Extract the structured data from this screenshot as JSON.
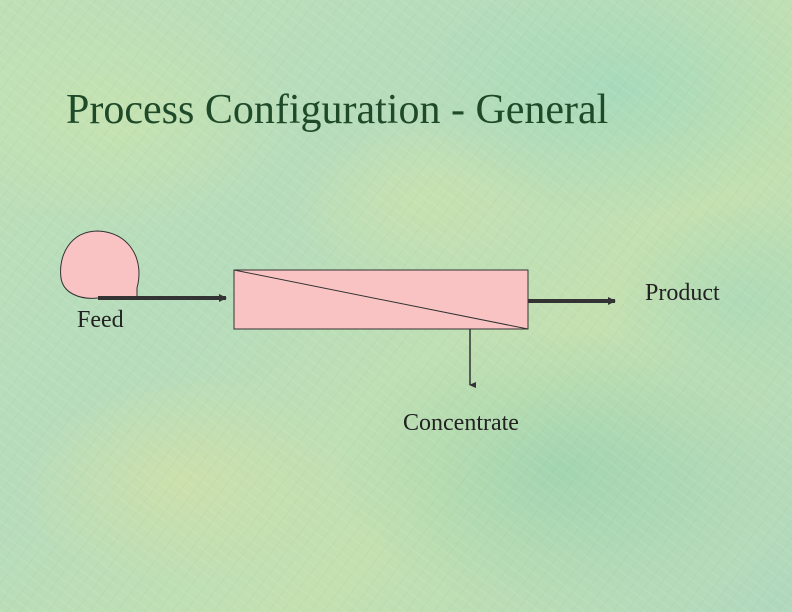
{
  "slide": {
    "title": "Process Configuration - General"
  },
  "diagram": {
    "labels": {
      "feed": "Feed",
      "product": "Product",
      "concentrate": "Concentrate"
    },
    "colors": {
      "vessel_fill": "#f9c3c3",
      "line": "#333333",
      "title_text": "#1f4a2a"
    }
  }
}
